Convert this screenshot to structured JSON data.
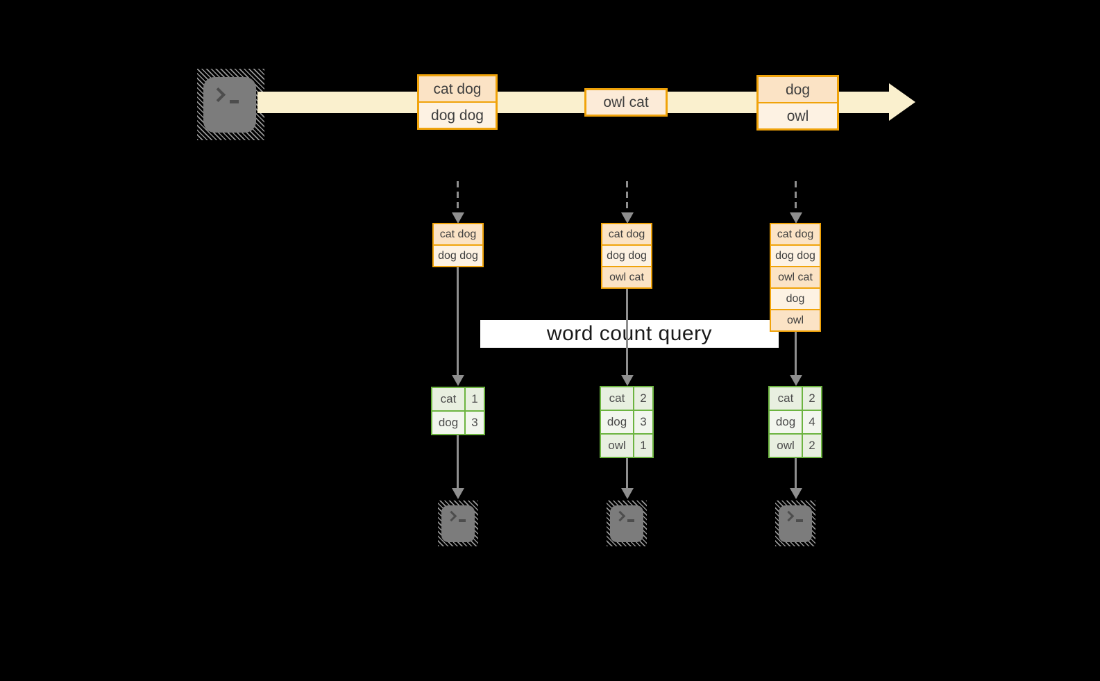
{
  "query": {
    "label": "word count query"
  },
  "stream": {
    "batches": [
      {
        "rows": [
          "cat dog",
          "dog dog"
        ]
      },
      {
        "rows": [
          "owl cat"
        ]
      },
      {
        "rows": [
          "dog",
          "owl"
        ]
      }
    ]
  },
  "columns": [
    {
      "buffer": [
        "cat dog",
        "dog dog"
      ],
      "counts": [
        {
          "word": "cat",
          "count": "1"
        },
        {
          "word": "dog",
          "count": "3"
        }
      ]
    },
    {
      "buffer": [
        "cat dog",
        "dog dog",
        "owl cat"
      ],
      "counts": [
        {
          "word": "cat",
          "count": "2"
        },
        {
          "word": "dog",
          "count": "3"
        },
        {
          "word": "owl",
          "count": "1"
        }
      ]
    },
    {
      "buffer": [
        "cat dog",
        "dog dog",
        "owl cat",
        "dog",
        "owl"
      ],
      "counts": [
        {
          "word": "cat",
          "count": "2"
        },
        {
          "word": "dog",
          "count": "4"
        },
        {
          "word": "owl",
          "count": "2"
        }
      ]
    }
  ],
  "icons": {
    "source": "terminal-icon",
    "sinks": [
      "terminal-icon",
      "terminal-icon",
      "terminal-icon"
    ]
  },
  "colors": {
    "background": "#000000",
    "stream": "#FAF0CE",
    "orange_border": "#F0A30A",
    "peach_dark": "#FBE3C5",
    "peach_light": "#FDF2E3",
    "green_border": "#6CB440",
    "green_cell_dark": "#E8EFE0",
    "green_cell_light": "#F2F6EE",
    "arrow_gray": "#8F8F8F",
    "terminal_gray": "#7C7C7C"
  }
}
